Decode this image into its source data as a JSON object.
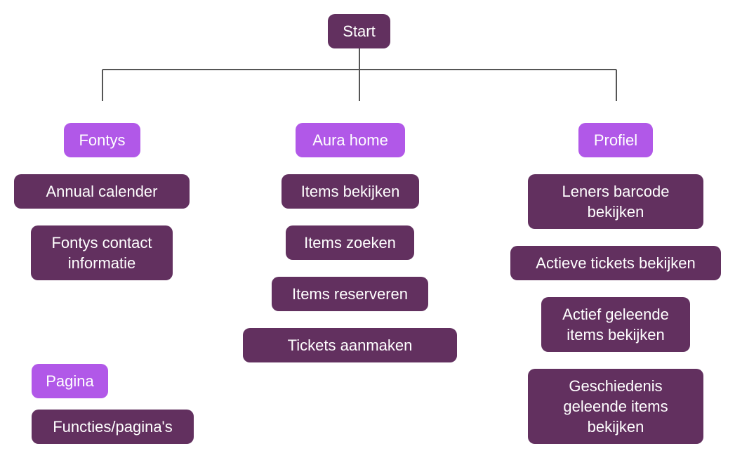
{
  "root": {
    "label": "Start"
  },
  "sections": [
    {
      "header": "Fontys",
      "items": [
        "Annual calender",
        "Fontys contact\ninformatie"
      ]
    },
    {
      "header": "Aura home",
      "items": [
        "Items bekijken",
        "Items zoeken",
        "Items reserveren",
        "Tickets aanmaken"
      ]
    },
    {
      "header": "Profiel",
      "items": [
        "Leners barcode\nbekijken",
        "Actieve tickets bekijken",
        "Actief geleende\nitems bekijken",
        "Geschiedenis\ngeleende items\nbekijken"
      ]
    }
  ],
  "legend": {
    "header": "Pagina",
    "item": "Functies/pagina's"
  },
  "colors": {
    "dark_node": "#62305f",
    "light_node": "#b158e8",
    "connector": "#555555"
  }
}
